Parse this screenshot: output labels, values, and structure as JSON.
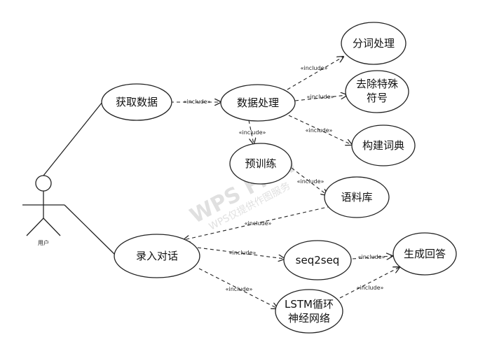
{
  "actor": {
    "label": "用户"
  },
  "nodes": {
    "huoqu": "获取数据",
    "shuju": "数据处理",
    "fenci": "分词处理",
    "quchu": [
      "去除特殊",
      "符号"
    ],
    "goujian": "构建词典",
    "yuxunlian": "预训练",
    "yuliaoku": "语料库",
    "luru": "录入对话",
    "seq2seq": "seq2seq",
    "shengcheng": "生成回答",
    "lstm": [
      "LSTM循环",
      "神经网络"
    ]
  },
  "edge_label": "«include»",
  "watermark": {
    "brand": "WPS Flow",
    "note": "WPS仅提供作图服务"
  }
}
